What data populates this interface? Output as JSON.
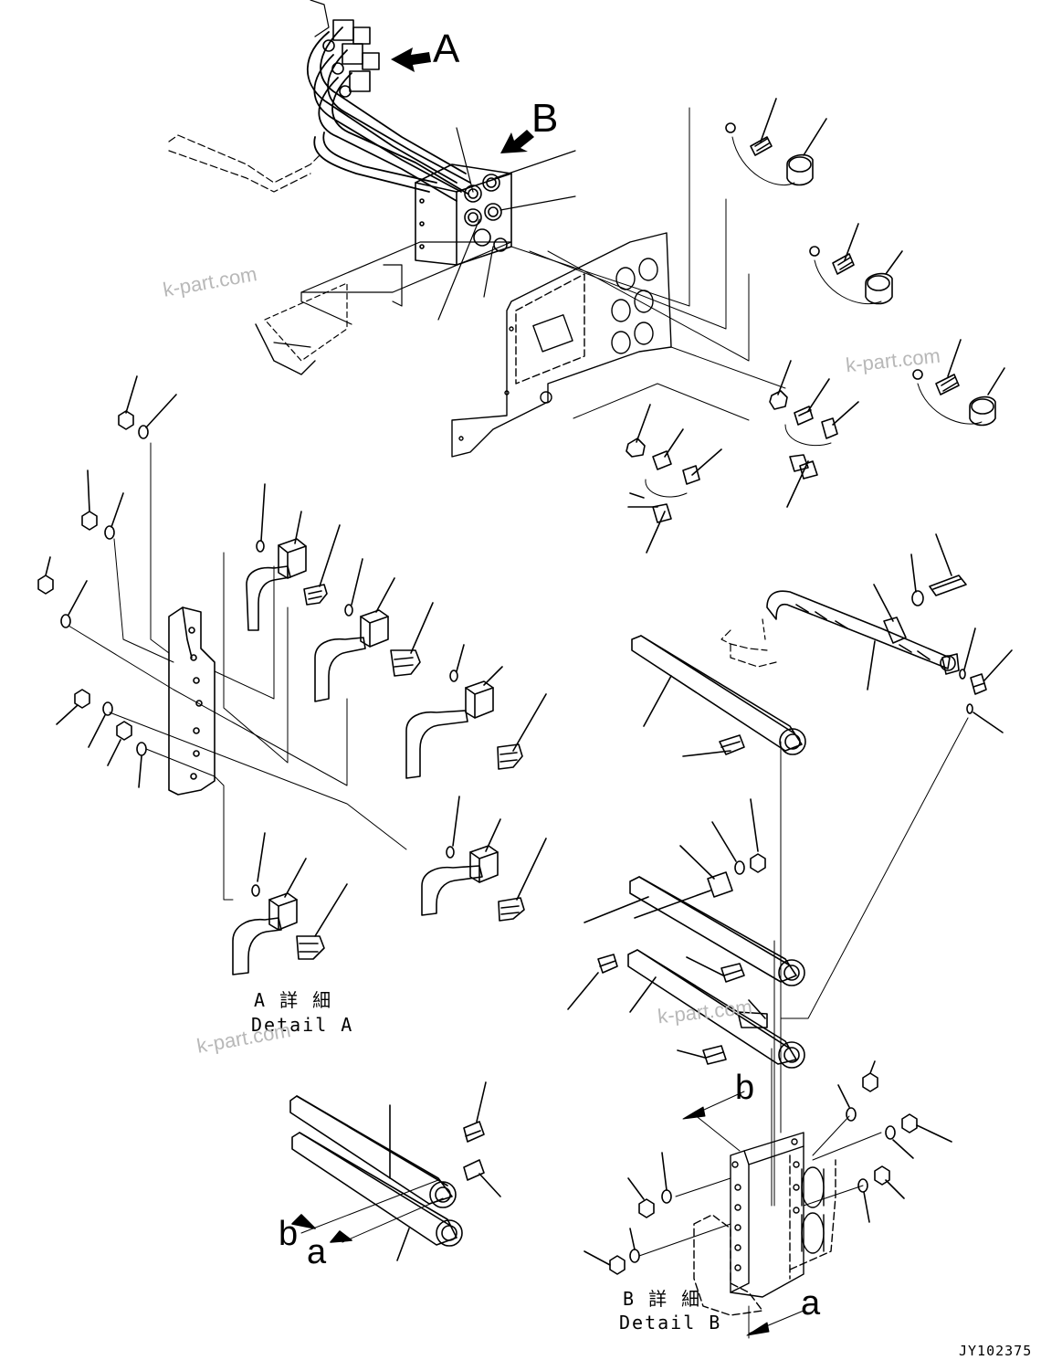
{
  "view_labels": {
    "view_a": "A",
    "view_b": "B"
  },
  "detail_a": {
    "jp": "A 詳 細",
    "en": "Detail A"
  },
  "detail_b": {
    "jp": "B 詳 細",
    "en": "Detail B"
  },
  "section_labels": {
    "b_upper": "b",
    "a_lower": "a",
    "b_left": "b",
    "a_left": "a"
  },
  "watermarks": [
    "k-part.com",
    "k-part.com",
    "k-part.com",
    "k-part.com"
  ],
  "drawing_code": "JY102375",
  "colors": {
    "line": "#000000",
    "watermark": "#b8b8b8",
    "background": "#ffffff"
  }
}
